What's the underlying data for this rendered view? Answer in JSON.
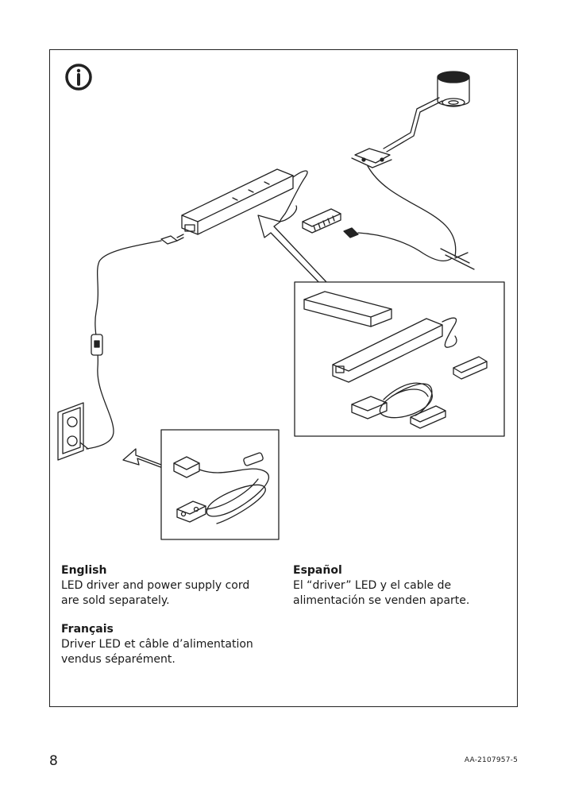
{
  "notes": [
    {
      "language": "English",
      "text": "LED driver and power supply cord\nare sold separately."
    },
    {
      "language": "Français",
      "text": "Driver LED et câble d’alimentation\nvendus séparément."
    },
    {
      "language": "Español",
      "text": "El “driver” LED y el cable de\nalimentación se venden aparte."
    }
  ],
  "footer": {
    "page_number": "8",
    "document_code": "AA-2107957-5"
  },
  "icons": {
    "info": "info-icon"
  },
  "colors": {
    "line": "#222222",
    "background": "#ffffff"
  }
}
